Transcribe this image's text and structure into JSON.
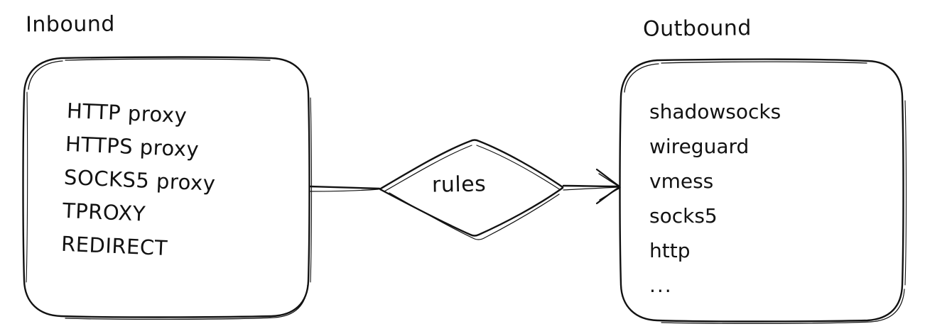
{
  "diagram": {
    "title_inbound": "Inbound",
    "title_outbound": "Outbound",
    "style": "hand-drawn sketch",
    "stroke_color": "#121212",
    "background_color": "#ffffff",
    "inbound": {
      "caption": "Inbound",
      "items": [
        "HTTP proxy",
        "HTTPS proxy",
        "SOCKS5 proxy",
        "TPROXY",
        "REDIRECT"
      ]
    },
    "router": {
      "label": "rules",
      "shape": "diamond-icon"
    },
    "outbound": {
      "caption": "Outbound",
      "items": [
        "shadowsocks",
        "wireguard",
        "vmess",
        "socks5",
        "http",
        "..."
      ]
    },
    "connectors": [
      {
        "name": "inbound-to-rules",
        "from": "inbound",
        "to": "rules",
        "arrowhead": false
      },
      {
        "name": "rules-to-outbound",
        "from": "rules",
        "to": "outbound",
        "arrowhead": true
      }
    ]
  }
}
